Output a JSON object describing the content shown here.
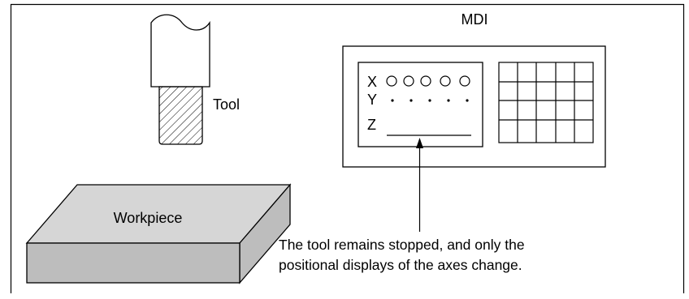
{
  "mdi": {
    "title": "MDI",
    "axes": {
      "x": "X",
      "y": "Y",
      "z": "Z"
    }
  },
  "tool": {
    "label": "Tool"
  },
  "workpiece": {
    "label": "Workpiece"
  },
  "note": {
    "line1": "The tool remains stopped, and only the",
    "line2": "positional displays of the axes change."
  }
}
